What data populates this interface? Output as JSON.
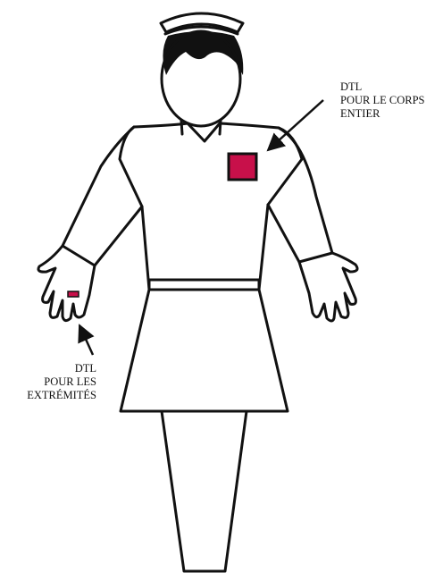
{
  "colors": {
    "outline": "#111111",
    "dosimeter": "#c8104a",
    "background": "#ffffff"
  },
  "labels": {
    "body_dosimeter": {
      "line1": "DTL",
      "line2": "POUR LE CORPS",
      "line3": "ENTIER"
    },
    "extremity_dosimeter": {
      "line1": "DTL",
      "line2": "POUR LES",
      "line3": "EXTRÉMITÉS"
    }
  }
}
